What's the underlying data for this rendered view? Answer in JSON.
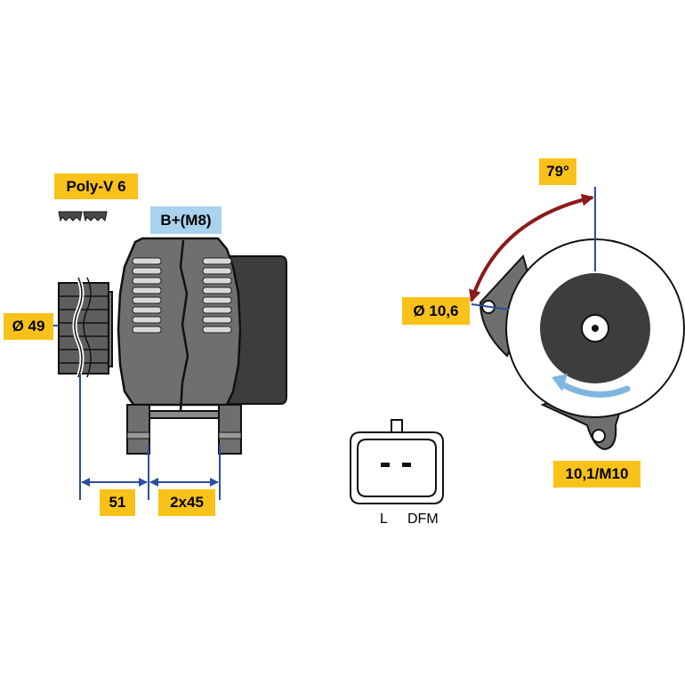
{
  "labels": {
    "belt": "Poly-V 6",
    "terminal": "B+(M8)",
    "pulley_diameter": "Ø 49",
    "offset_1": "51",
    "offset_2": "2x45",
    "angle": "79°",
    "hole_diameter": "Ø 10,6",
    "thread": "10,1/M10"
  },
  "connector": {
    "pin_left": "L",
    "pin_right": "DFM"
  },
  "colors": {
    "label_yellow": "#f9c21a",
    "label_blue": "#a9d2ee",
    "dimension_line": "#2b4f9c",
    "angle_arrow": "#8b1a1a",
    "housing_dark": "#4a4a4a",
    "housing_mid": "#7a7a7a",
    "housing_light": "#d9d9d9",
    "flow_arrow": "#7fb6e0"
  }
}
